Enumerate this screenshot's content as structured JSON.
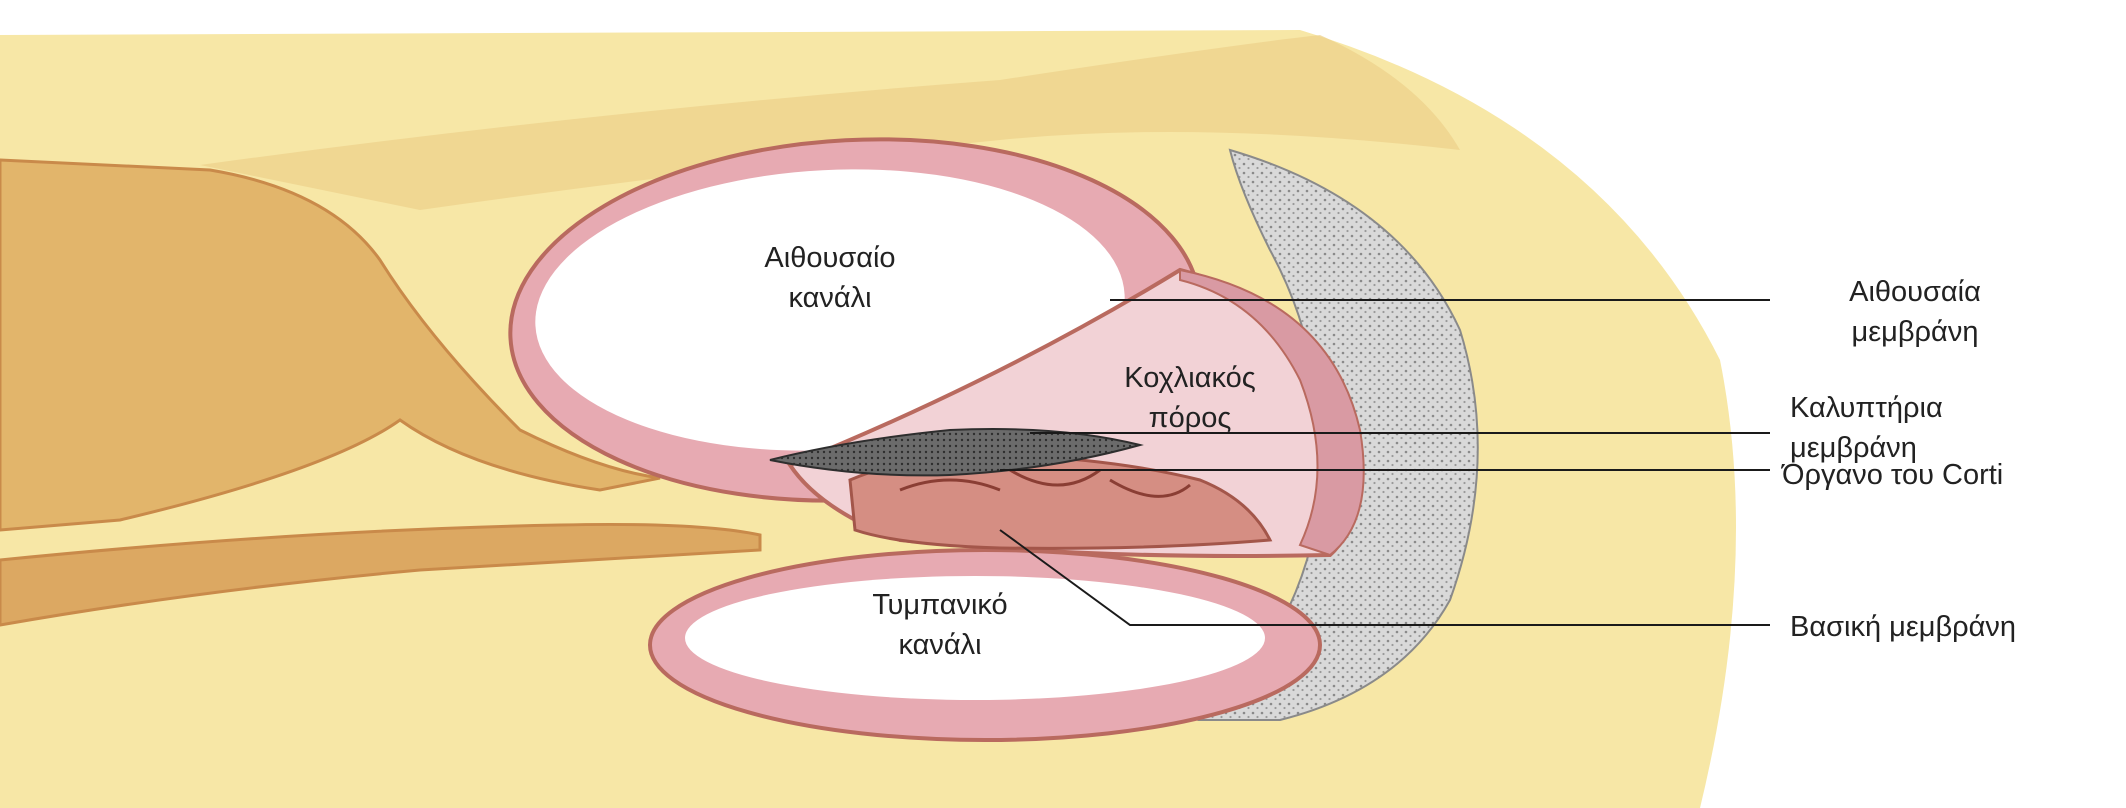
{
  "labels": {
    "vestibular_canal": {
      "line1": "Αιθουσαίο",
      "line2": "κανάλι"
    },
    "cochlear_duct": {
      "line1": "Κοχλιακός",
      "line2": "πόρος"
    },
    "tympanic_canal": {
      "line1": "Τυμπανικό",
      "line2": "κανάλι"
    },
    "vestibular_membrane": {
      "line1": "Αιθουσαία",
      "line2": "μεμβράνη"
    },
    "tectorial_membrane": {
      "line1": "Καλυπτήρια",
      "line2": "μεμβράνη"
    },
    "organ_of_corti": {
      "line1": "Όργανο του Corti"
    },
    "basilar_membrane": {
      "line1": "Βασική μεμβράνη"
    }
  },
  "colors": {
    "bone": "#f7e7a6",
    "bone_dark": "#e4b869",
    "bone_edge": "#c98a4a",
    "canal_fill": "#ffffff",
    "wall_pink": "#e7aab2",
    "wall_edge": "#b96a5f",
    "spiral_ligament": "#c9c9c9",
    "tectorial": "#555555",
    "leader_line": "#1a1a1a",
    "text": "#222222"
  }
}
